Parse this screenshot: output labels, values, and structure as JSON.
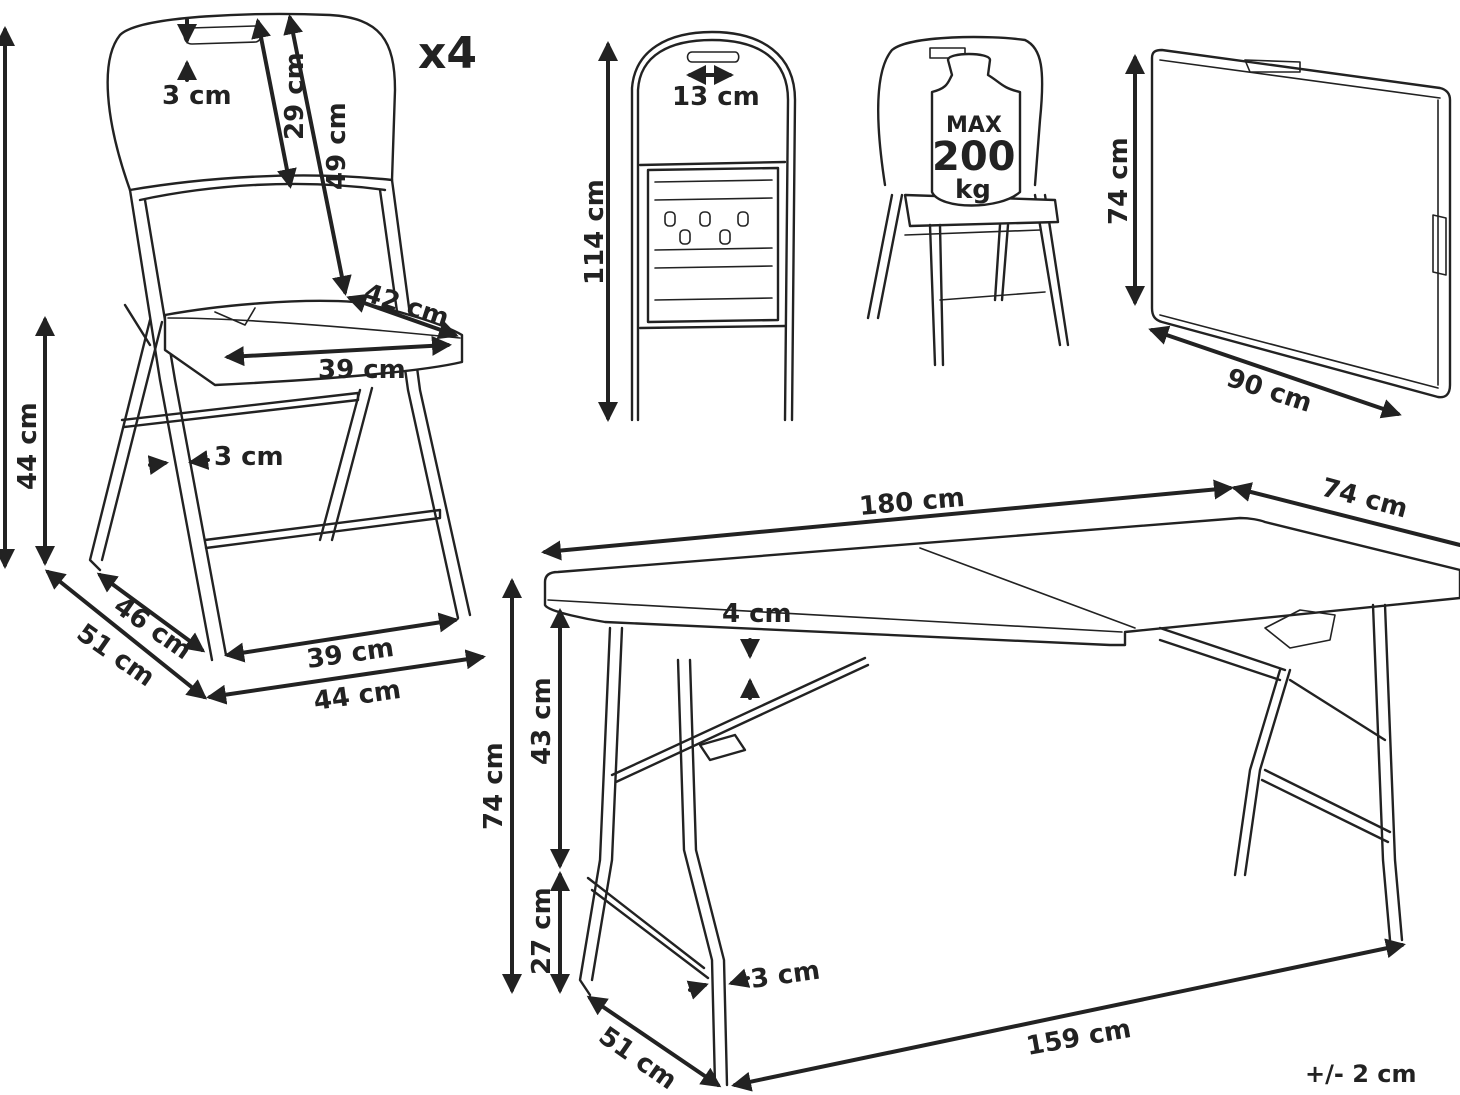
{
  "quantity_label": "x4",
  "tolerance": "+/- 2 cm",
  "weight_badge": {
    "max": "MAX",
    "value": "200",
    "unit": "kg"
  },
  "chair": {
    "handle_drop": "3 cm",
    "backrest_height": "29 cm",
    "back_length": "49 cm",
    "seat_depth": "42 cm",
    "seat_width": "39 cm",
    "seat_height": "44 cm",
    "leg_thickness": "3 cm",
    "base_width_front": "39 cm",
    "base_width_total": "44 cm",
    "depth_inner": "46 cm",
    "depth_outer": "51 cm"
  },
  "folded_chair": {
    "height": "114 cm",
    "handle_width": "13 cm"
  },
  "folded_table": {
    "height": "74 cm",
    "width": "90 cm"
  },
  "table": {
    "length": "180 cm",
    "width": "74 cm",
    "top_thickness": "4 cm",
    "height": "74 cm",
    "upper_leg": "43 cm",
    "lower_leg": "27 cm",
    "leg_thickness": "3 cm",
    "leg_span": "159 cm",
    "leg_depth": "51 cm"
  }
}
